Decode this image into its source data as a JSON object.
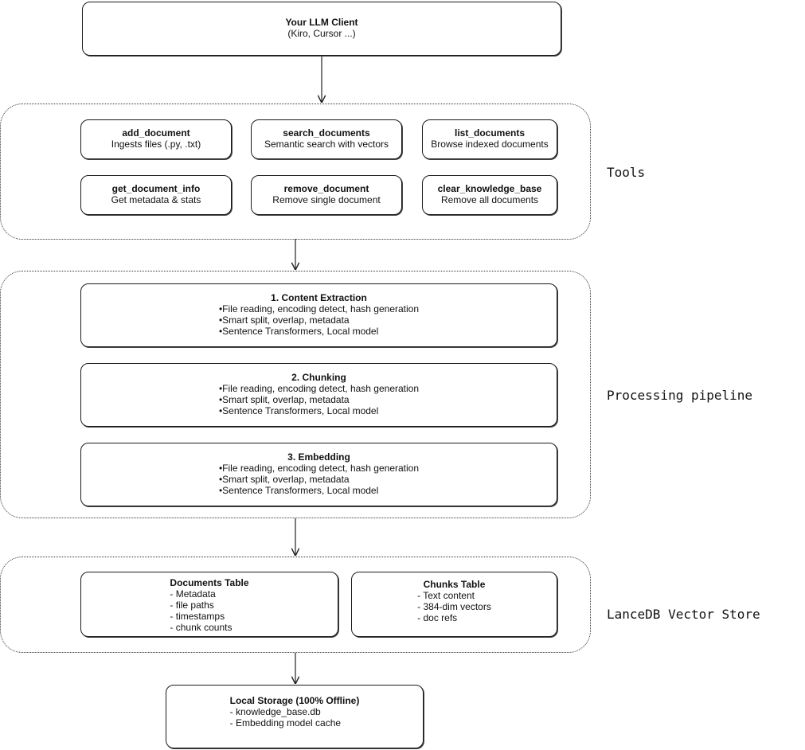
{
  "client": {
    "title": "Your LLM Client",
    "subtitle": "(Kiro, Cursor ...)"
  },
  "tools": {
    "label": "Tools",
    "items": [
      {
        "name": "add_document",
        "desc": "Ingests files (.py, .txt)"
      },
      {
        "name": "search_documents",
        "desc": "Semantic search with vectors"
      },
      {
        "name": "list_documents",
        "desc": "Browse indexed documents"
      },
      {
        "name": "get_document_info",
        "desc": "Get metadata & stats"
      },
      {
        "name": "remove_document",
        "desc": "Remove single document"
      },
      {
        "name": "clear_knowledge_base",
        "desc": "Remove all documents"
      }
    ]
  },
  "pipeline": {
    "label": "Processing pipeline",
    "stages": [
      {
        "title": "1. Content Extraction",
        "items": [
          "File reading, encoding detect, hash generation",
          "Smart split, overlap, metadata",
          "Sentence Transformers, Local model"
        ]
      },
      {
        "title": "2. Chunking",
        "items": [
          "File reading, encoding detect, hash generation",
          "Smart split, overlap, metadata",
          "Sentence Transformers, Local model"
        ]
      },
      {
        "title": "3. Embedding",
        "items": [
          "File reading, encoding detect, hash generation",
          "Smart split, overlap, metadata",
          "Sentence Transformers, Local model"
        ]
      }
    ]
  },
  "store": {
    "label": "LanceDB Vector Store",
    "documents_table": {
      "title": "Documents Table",
      "items": [
        "- Metadata",
        "- file paths",
        "- timestamps",
        "- chunk counts"
      ]
    },
    "chunks_table": {
      "title": "Chunks Table",
      "items": [
        "- Text content",
        "- 384-dim vectors",
        "- doc refs"
      ]
    }
  },
  "local_storage": {
    "title": "Local Storage (100% Offline)",
    "items": [
      "- knowledge_base.db",
      "- Embedding model cache"
    ]
  }
}
